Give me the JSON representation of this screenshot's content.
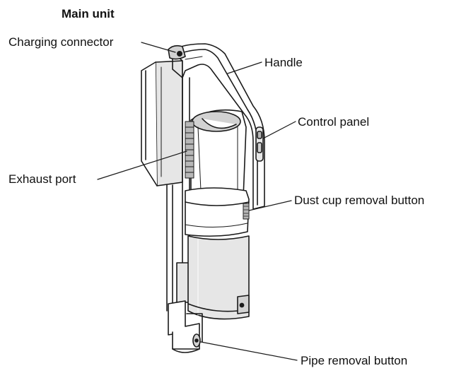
{
  "title": "Main unit",
  "callouts": {
    "charging_connector": "Charging connector",
    "handle": "Handle",
    "control_panel": "Control panel",
    "exhaust_port": "Exhaust port",
    "dust_cup_removal_button": "Dust cup removal button",
    "pipe_removal_button": "Pipe removal button"
  },
  "colors": {
    "line": "#1a1a1a",
    "shade_light": "#e6e6e6",
    "shade_mid": "#d2d2d2",
    "shade_dark": "#b8b8b8",
    "background": "#ffffff"
  }
}
